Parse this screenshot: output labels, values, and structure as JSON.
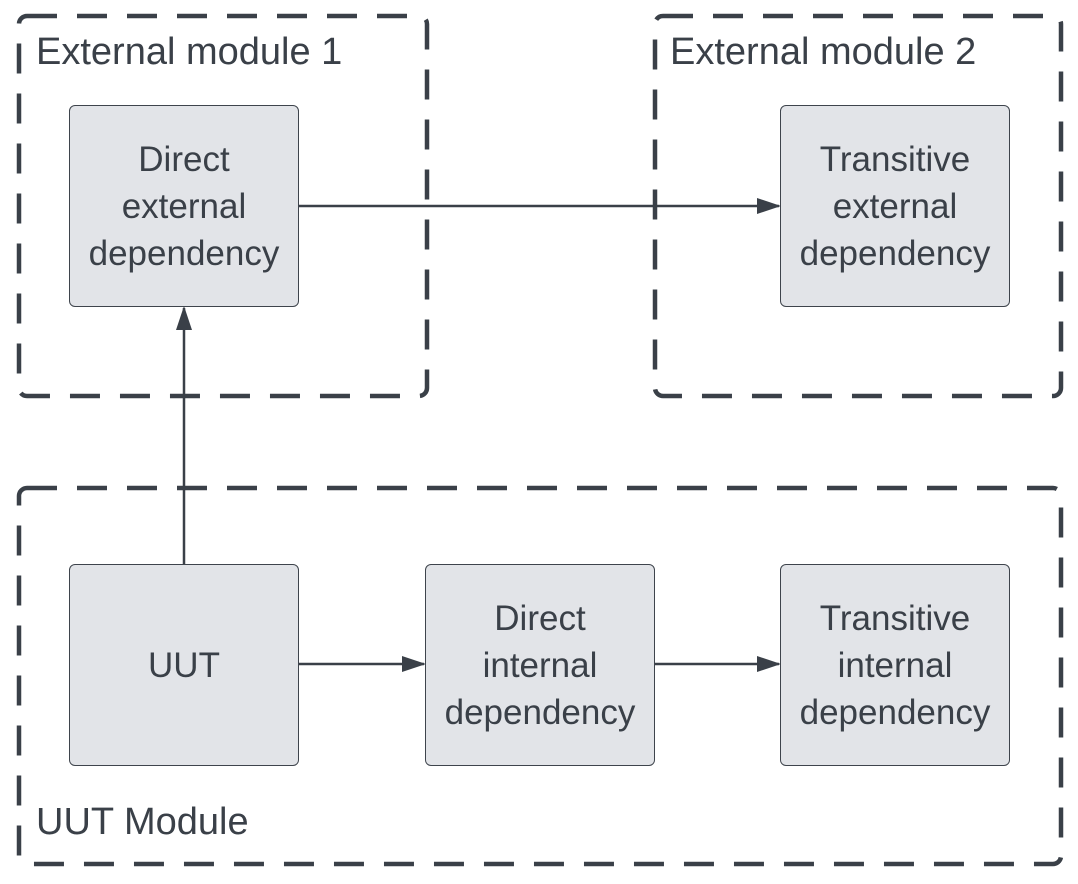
{
  "modules": {
    "external_1": {
      "label": "External module 1"
    },
    "external_2": {
      "label": "External module 2"
    },
    "uut": {
      "label": "UUT Module"
    }
  },
  "nodes": {
    "direct_external": {
      "label": "Direct\nexternal\ndependency"
    },
    "transitive_external": {
      "label": "Transitive\nexternal\ndependency"
    },
    "uut": {
      "label": "UUT"
    },
    "direct_internal": {
      "label": "Direct\ninternal\ndependency"
    },
    "transitive_internal": {
      "label": "Transitive\ninternal\ndependency"
    }
  },
  "edges": [
    {
      "from": "uut",
      "to": "direct_external"
    },
    {
      "from": "direct_external",
      "to": "transitive_external"
    },
    {
      "from": "uut",
      "to": "direct_internal"
    },
    {
      "from": "direct_internal",
      "to": "transitive_internal"
    }
  ],
  "colors": {
    "stroke": "#3a4048",
    "node_fill": "#e2e4e8",
    "background": "#ffffff"
  }
}
